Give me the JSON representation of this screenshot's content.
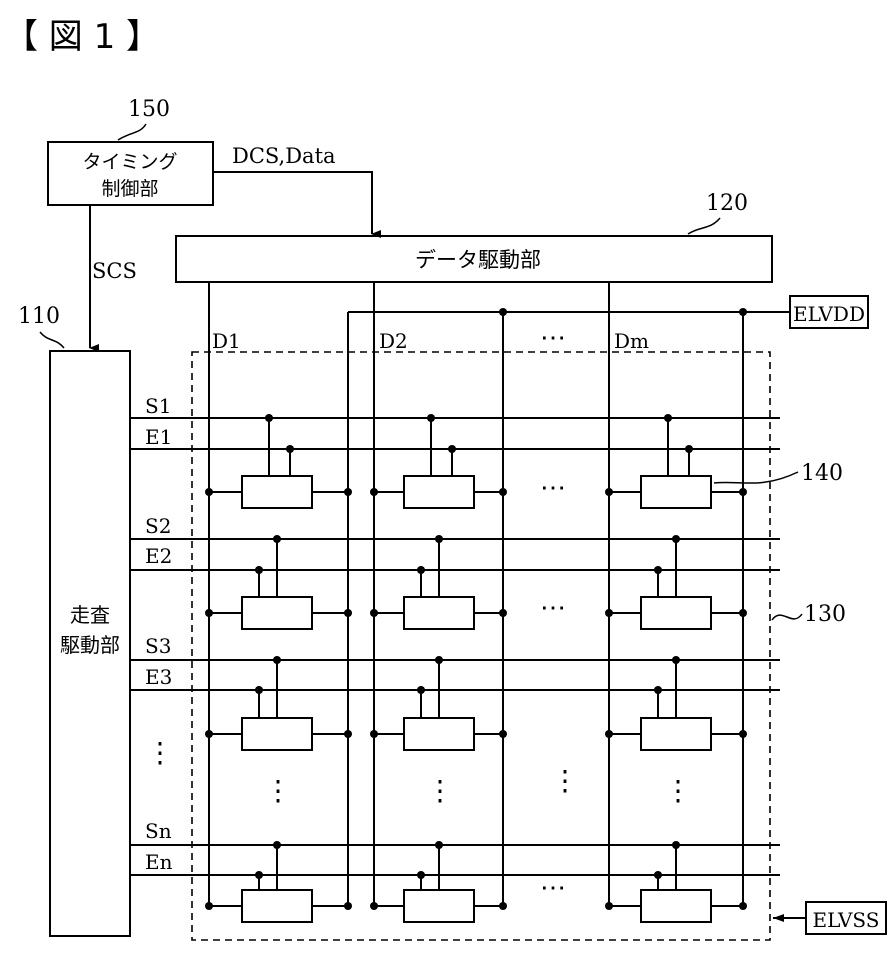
{
  "figure_label": "【 図 1 】",
  "timing_controller": {
    "ref": "150",
    "line1": "タイミング",
    "line2": "制御部"
  },
  "data_driver": {
    "ref": "120",
    "label": "データ駆動部"
  },
  "scan_driver": {
    "ref": "110",
    "line1": "走査",
    "line2": "駆動部"
  },
  "pixel_area": {
    "ref": "130"
  },
  "pixel": {
    "ref": "140"
  },
  "signals": {
    "dcs_data": "DCS,Data",
    "scs": "SCS"
  },
  "power": {
    "elvdd": "ELVDD",
    "elvss": "ELVSS"
  },
  "data_lines": [
    "D1",
    "D2",
    "Dm"
  ],
  "scan_lines": [
    "S1",
    "S2",
    "S3",
    "Sn"
  ],
  "emission_lines": [
    "E1",
    "E2",
    "E3",
    "En"
  ],
  "ellipsis": "⋯",
  "vertical_ellipsis": "⋮",
  "colors": {
    "line": "#000000",
    "background": "#ffffff"
  }
}
